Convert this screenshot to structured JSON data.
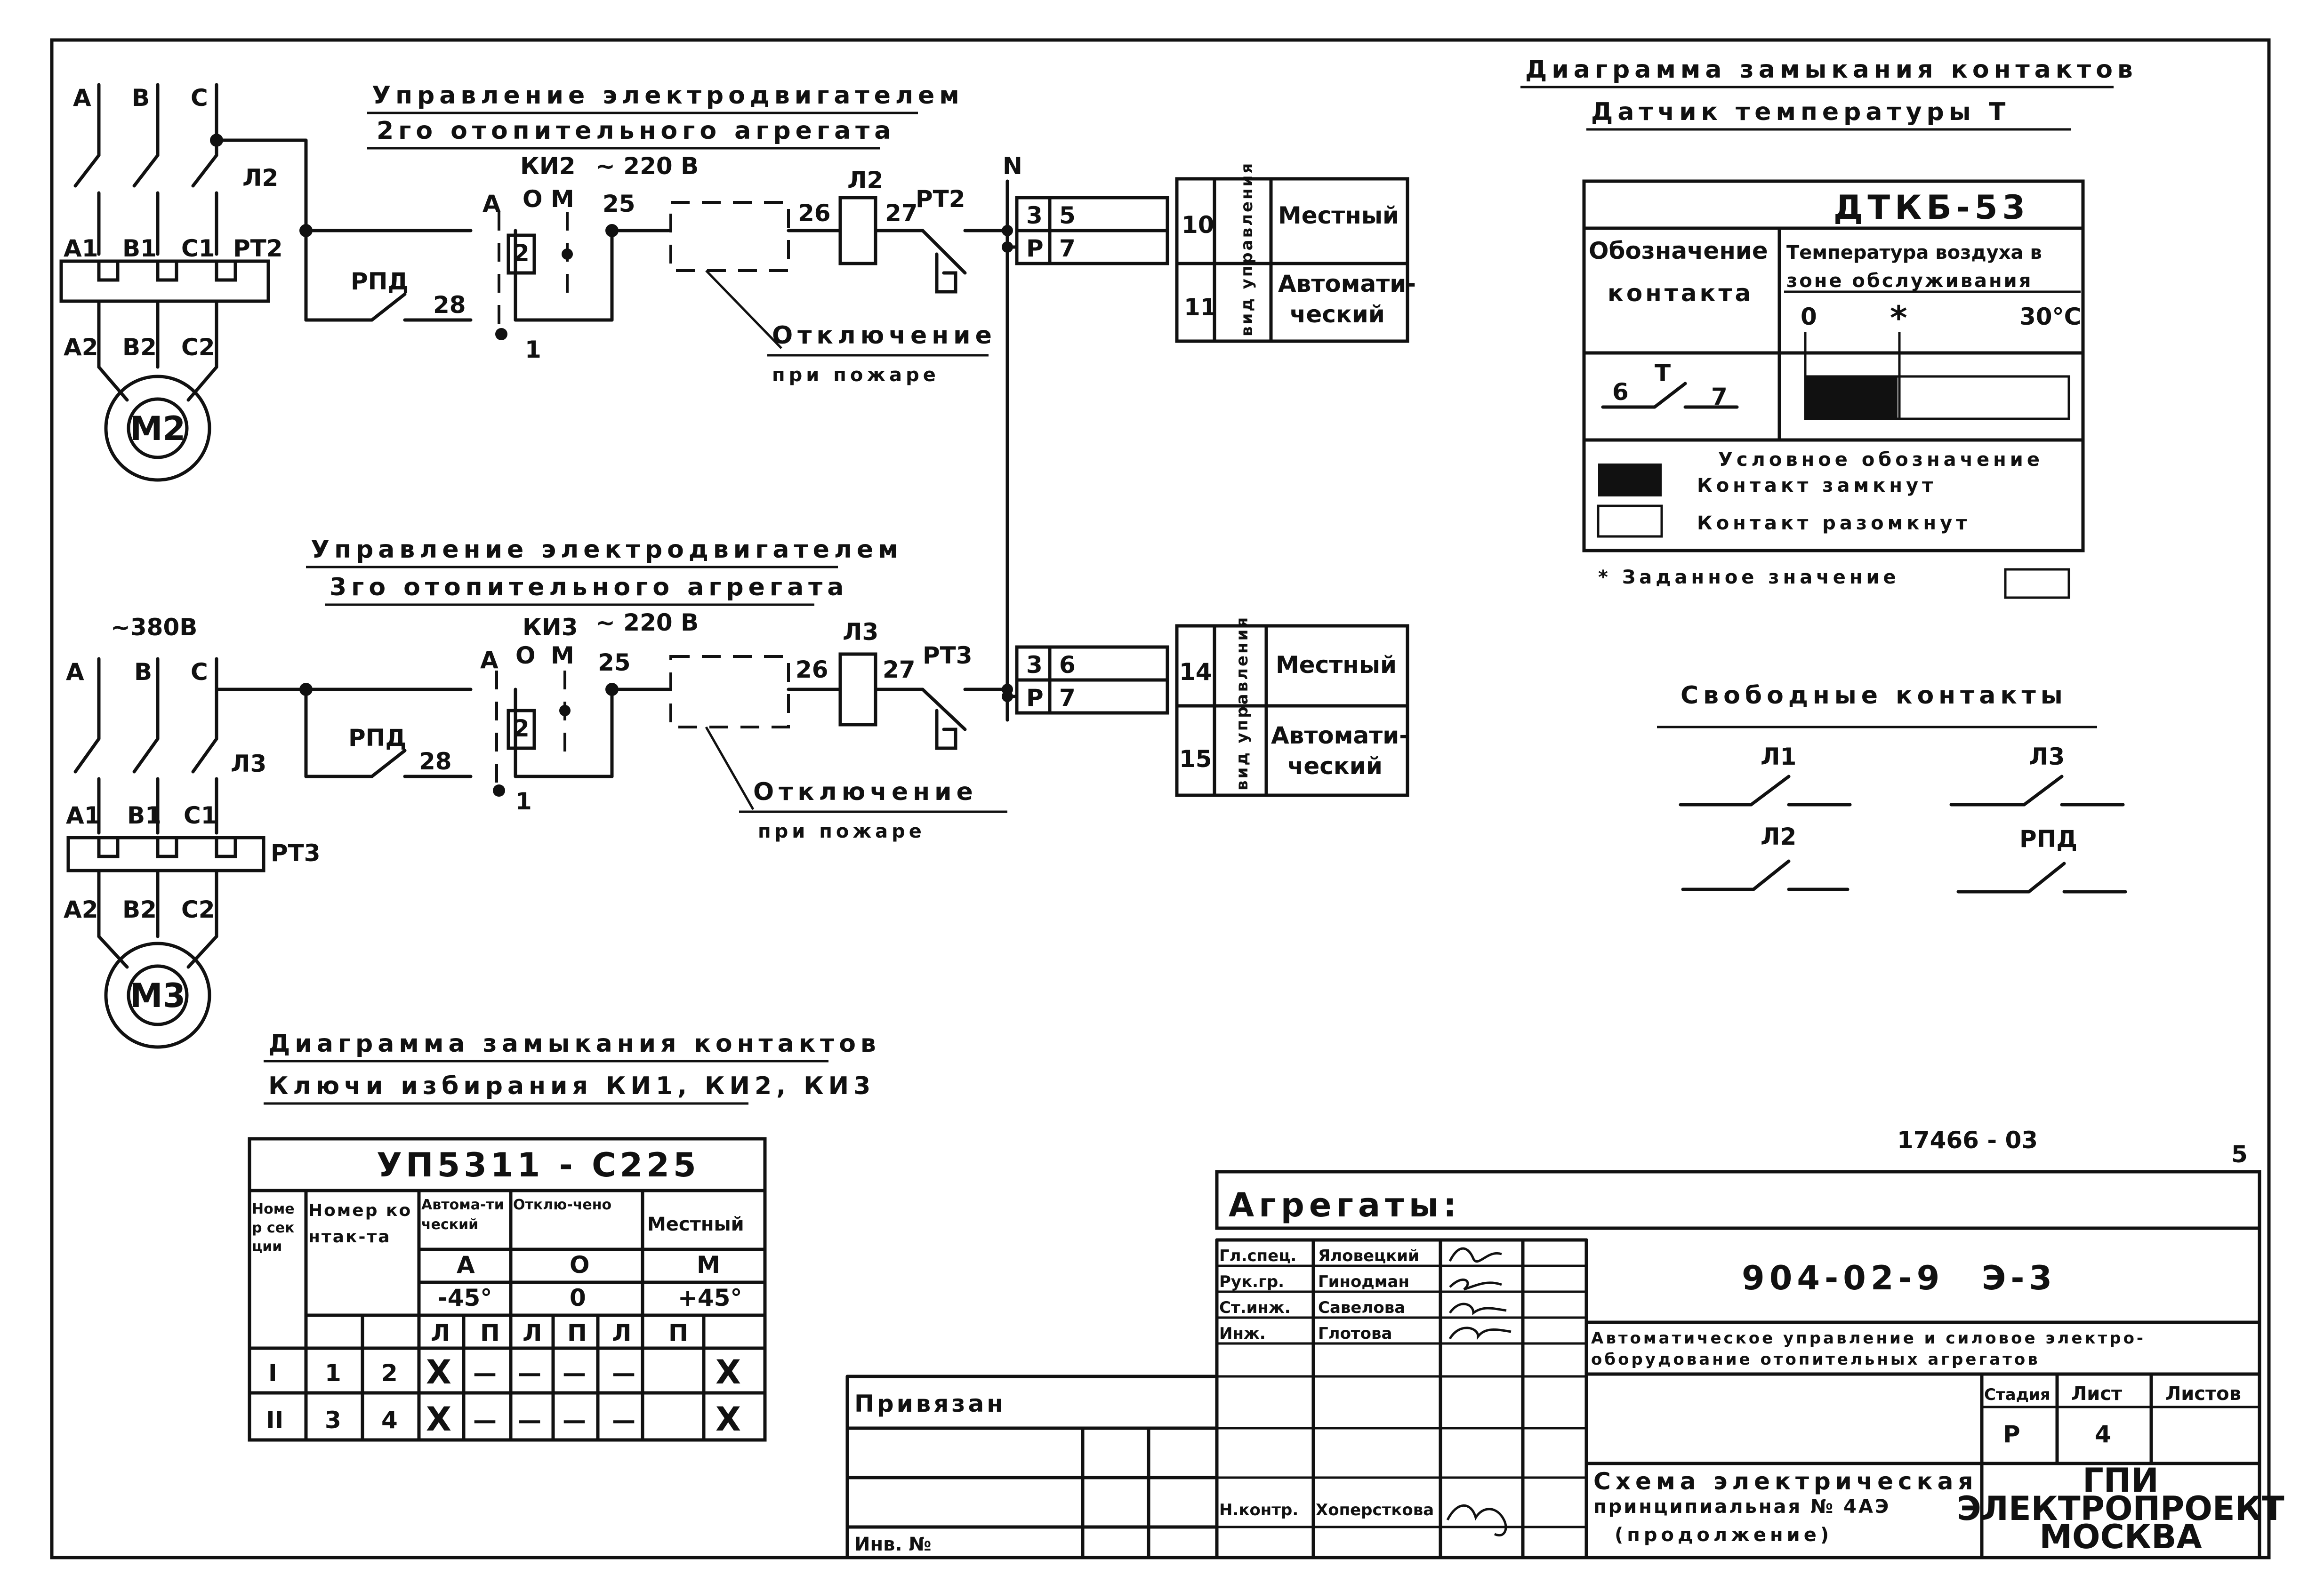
{
  "sheet": {
    "doc_id": "17466 - 03",
    "page_no": "5"
  },
  "motor2": {
    "title1": "Управление электродвигателем",
    "title2": "2го отопительного агрегата",
    "phases": [
      "A",
      "B",
      "C"
    ],
    "terms_top": [
      "A1",
      "B1",
      "C1"
    ],
    "terms_bot": [
      "A2",
      "B2",
      "C2"
    ],
    "thermal_relay": "РТ2",
    "motor": "М2",
    "contactor_contact": "Л2",
    "key": "КИ2",
    "voltage": "~ 220 В",
    "key_positions": [
      "А",
      "О",
      "М"
    ],
    "num_1": "1",
    "num_2": "2",
    "num_25": "25",
    "num_26": "26",
    "num_27": "27",
    "num_28": "28",
    "rpd": "РПД",
    "coil": "Л2",
    "relay": "РТ2",
    "fire1": "Отключение",
    "fire2": "при пожаре",
    "tb_rows": [
      [
        "3",
        "5"
      ],
      [
        "Р",
        "7"
      ]
    ],
    "mode_nums": [
      "10",
      "11"
    ],
    "mode_vert": "вид управления",
    "mode_local": "Местный",
    "mode_auto1": "Автомати-",
    "mode_auto2": "ческий"
  },
  "motor3": {
    "title1": "Управление электродвигателем",
    "title2": "3го отопительного агрегата",
    "voltage_main": "~380В",
    "phases": [
      "A",
      "B",
      "C"
    ],
    "terms_top": [
      "A1",
      "B1",
      "C1"
    ],
    "terms_bot": [
      "A2",
      "B2",
      "C2"
    ],
    "thermal_relay": "РТ3",
    "motor": "М3",
    "contactor_contact": "Л3",
    "key": "КИ3",
    "voltage": "~ 220 В",
    "key_positions": [
      "А",
      "О",
      "М"
    ],
    "num_1": "1",
    "num_2": "2",
    "num_25": "25",
    "num_26": "26",
    "num_27": "27",
    "num_28": "28",
    "rpd": "РПД",
    "coil": "Л3",
    "relay": "РТ3",
    "fire1": "Отключение",
    "fire2": "при пожаре",
    "tb_rows": [
      [
        "3",
        "6"
      ],
      [
        "Р",
        "7"
      ]
    ],
    "mode_nums": [
      "14",
      "15"
    ],
    "mode_vert": "вид управления",
    "mode_local": "Местный",
    "mode_auto1": "Автомати-",
    "mode_auto2": "ческий"
  },
  "neutral": "N",
  "temp_diagram": {
    "title1": "Диаграмма замыкания контактов",
    "title2": "Датчик температуры Т",
    "device": "ДТКБ-53",
    "col1_1": "Обозначение",
    "col1_2": "контакта",
    "col2_1": "Температура воздуха в",
    "col2_2": "зоне обслуживания",
    "scale_min": "0",
    "scale_mark": "*",
    "scale_max": "30°С",
    "contact_a": "6",
    "contact_t": "Т",
    "contact_b": "7",
    "closed_fraction_of_scale": 0.35,
    "legend_title": "Условное обозначение",
    "legend_closed": "Контакт замкнут",
    "legend_open": "Контакт разомкнут",
    "setpoint": "* Заданное значение"
  },
  "free_contacts": {
    "title": "Свободные контакты",
    "items": [
      "Л1",
      "Л3",
      "Л2",
      "РПД"
    ]
  },
  "key_diagram": {
    "title1": "Диаграмма замыкания контактов",
    "title2": "Ключи избирания КИ1, КИ2, КИ3",
    "device": "УП5311 - С225",
    "h_section": "Номер секции",
    "h_contact": "Номер контак-та",
    "h_auto": "Автома-тический",
    "h_off": "Отклю-чено",
    "h_local": "Местный",
    "pos": [
      "А",
      "О",
      "М"
    ],
    "angles": [
      "-45°",
      "0",
      "+45°"
    ],
    "lp": [
      "Л",
      "П",
      "Л",
      "П",
      "Л",
      "П"
    ],
    "rows": [
      {
        "section": "I",
        "contacts": [
          "1",
          "2"
        ],
        "cells": [
          "X",
          "—",
          "—",
          "—",
          "—",
          "X"
        ]
      },
      {
        "section": "II",
        "contacts": [
          "3",
          "4"
        ],
        "cells": [
          "X",
          "—",
          "—",
          "—",
          "—",
          "X"
        ]
      }
    ]
  },
  "title_block": {
    "aggregates": "Агрегаты:",
    "privyazan": "Привязан",
    "inv": "Инв. №",
    "roles": [
      "Гл.спец.",
      "Рук.гр.",
      "Ст.инж.",
      "Инж."
    ],
    "names": [
      "Яловецкий",
      "Гинодман",
      "Савелова",
      "Глотова"
    ],
    "n_control_role": "Н.контр.",
    "n_control_name": "Хоперсткова",
    "doc_code": "904-02-9",
    "doc_sheet": "Э-3",
    "doc_title1": "Автоматическое управление и силовое электро-",
    "doc_title2": "оборудование отопительных агрегатов",
    "stage_h": "Стадия",
    "sheet_h": "Лист",
    "sheets_h": "Листов",
    "stage": "Р",
    "sheet": "4",
    "sheets": "",
    "drawing1": "Схема электрическая",
    "drawing2": "принципиальная № 4АЭ",
    "drawing3": "(продолжение)",
    "org1": "ГПИ",
    "org2": "ЭЛЕКТРОПРОЕКТ",
    "org3": "МОСКВА"
  }
}
